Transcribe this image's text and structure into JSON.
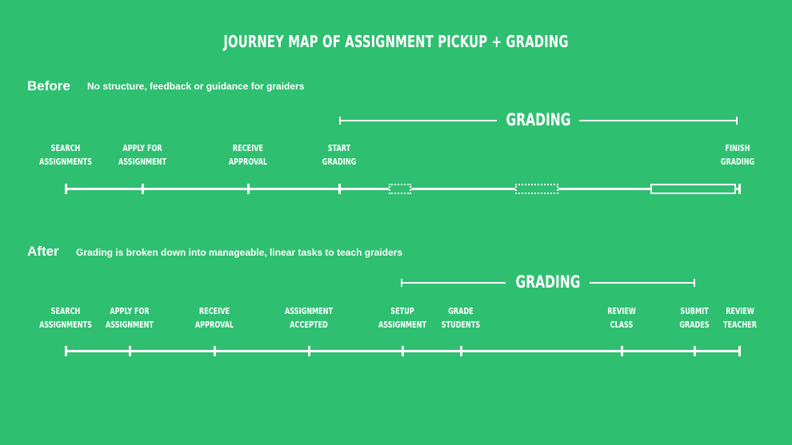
{
  "title": "JOURNEY MAP OF ASSIGNMENT PICKUP + GRADING",
  "before": {
    "label": "Before",
    "description": "No structure, feedback or guidance for graiders",
    "grading_label": "GRADING",
    "steps": [
      {
        "label": "SEARCH\nASSIGNMENTS"
      },
      {
        "label": "APPLY FOR\nASSIGNMENT"
      },
      {
        "label": "RECEIVE\nAPPROVAL"
      },
      {
        "label": "START\nGRADING"
      },
      {
        "label": "FINISH\nGRADING"
      }
    ]
  },
  "after": {
    "label": "After",
    "description": "Grading is broken down into manageable, linear tasks to teach graiders",
    "grading_label": "GRADING",
    "steps": [
      {
        "label": "SEARCH\nASSIGNMENTS"
      },
      {
        "label": "APPLY FOR\nASSIGNMENT"
      },
      {
        "label": "RECEIVE\nAPPROVAL"
      },
      {
        "label": "ASSIGNMENT\nACCEPTED"
      },
      {
        "label": "SETUP\nASSIGNMENT"
      },
      {
        "label": "GRADE\nSTUDENTS"
      },
      {
        "label": "REVIEW\nCLASS"
      },
      {
        "label": "SUBMIT\nGRADES"
      },
      {
        "label": "REVIEW\nTEACHER"
      }
    ]
  }
}
